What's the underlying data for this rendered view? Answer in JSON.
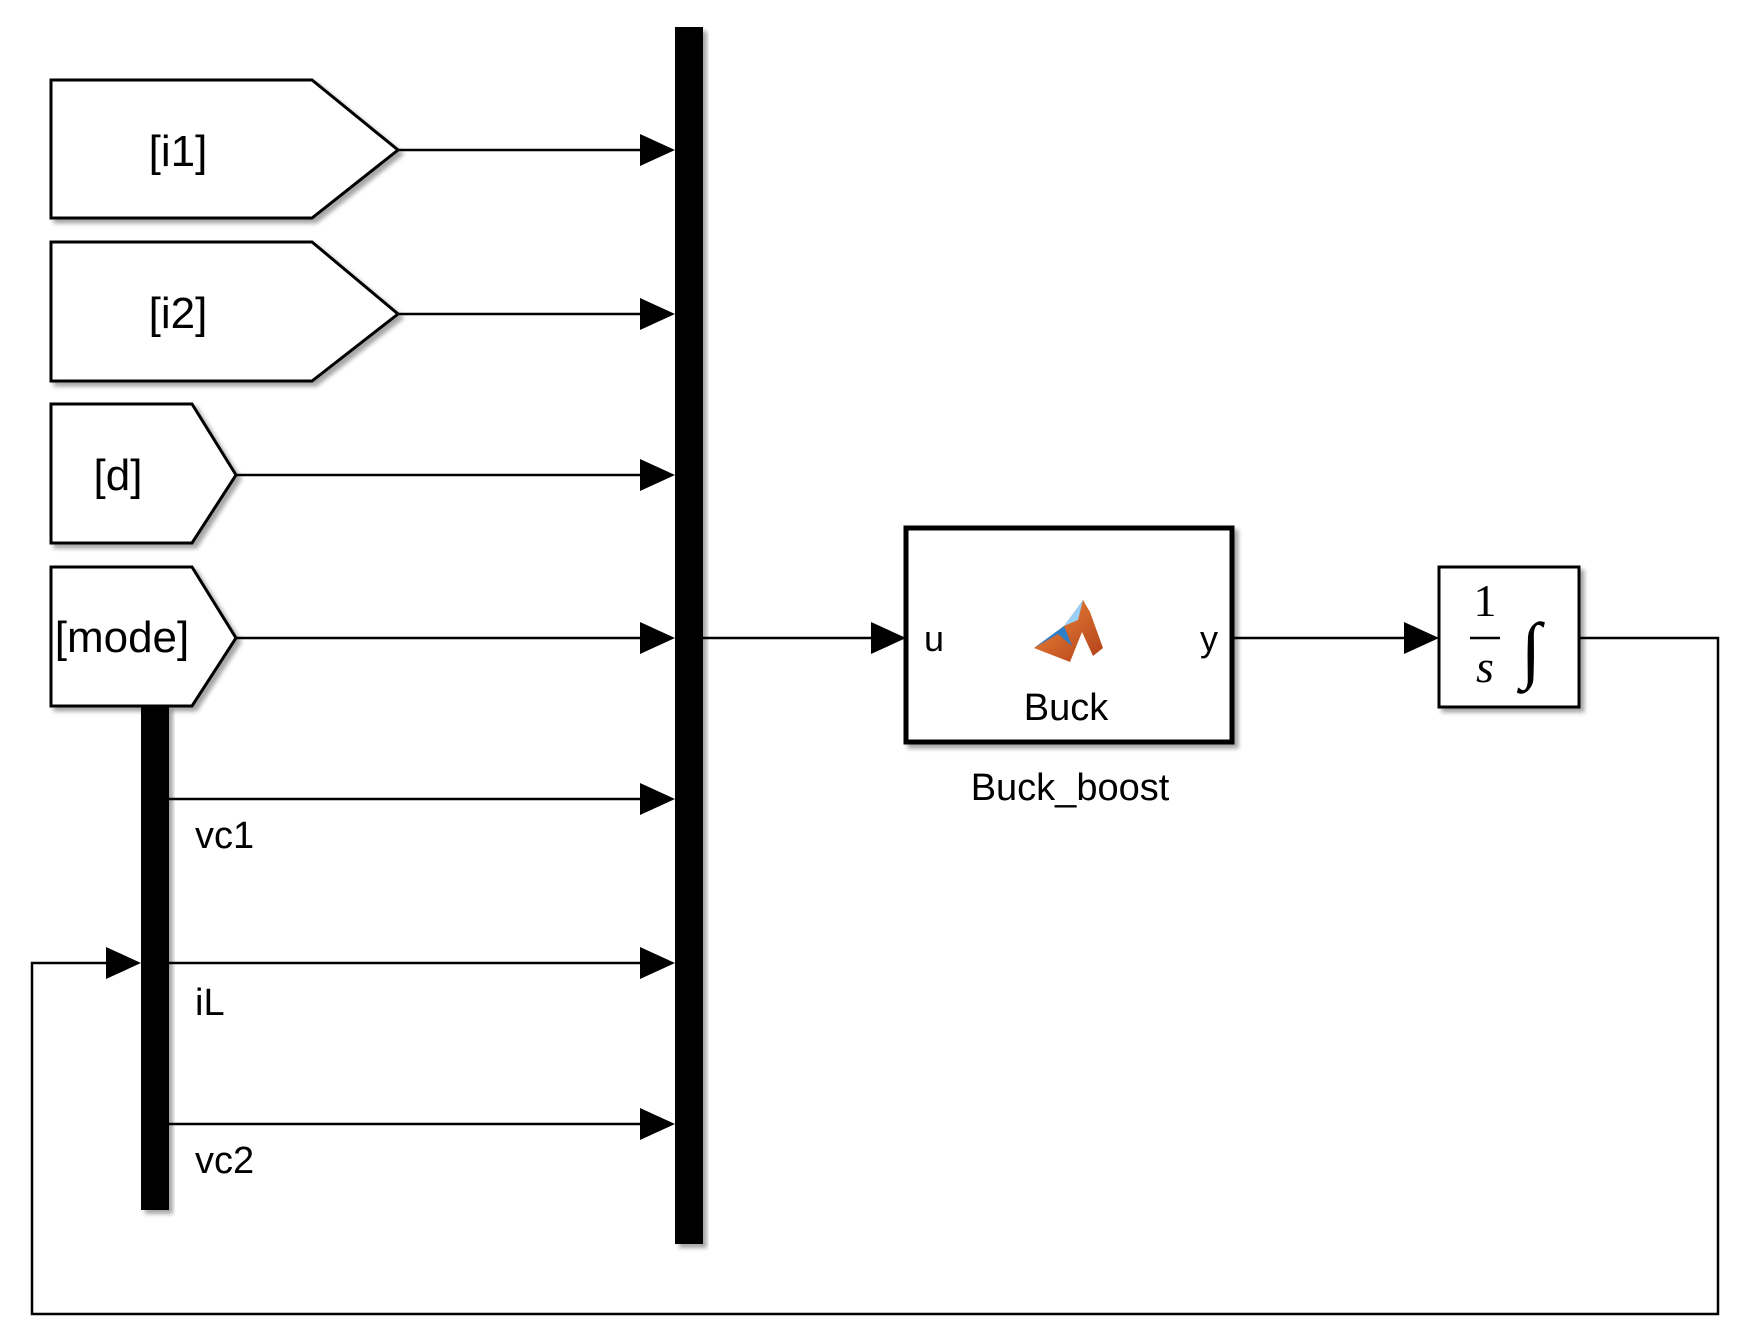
{
  "from_tags": [
    "[i1]",
    "[i2]",
    "[d]",
    "[mode]"
  ],
  "bus_signals": [
    "vc1",
    "iL",
    "vc2"
  ],
  "function_block": {
    "name": "Buck",
    "caption": "Buck_boost",
    "input_port": "u",
    "output_port": "y",
    "icon": "matlab-logo-icon"
  },
  "integrator": {
    "numerator": "1",
    "denominator": "s",
    "symbol": "∫"
  }
}
